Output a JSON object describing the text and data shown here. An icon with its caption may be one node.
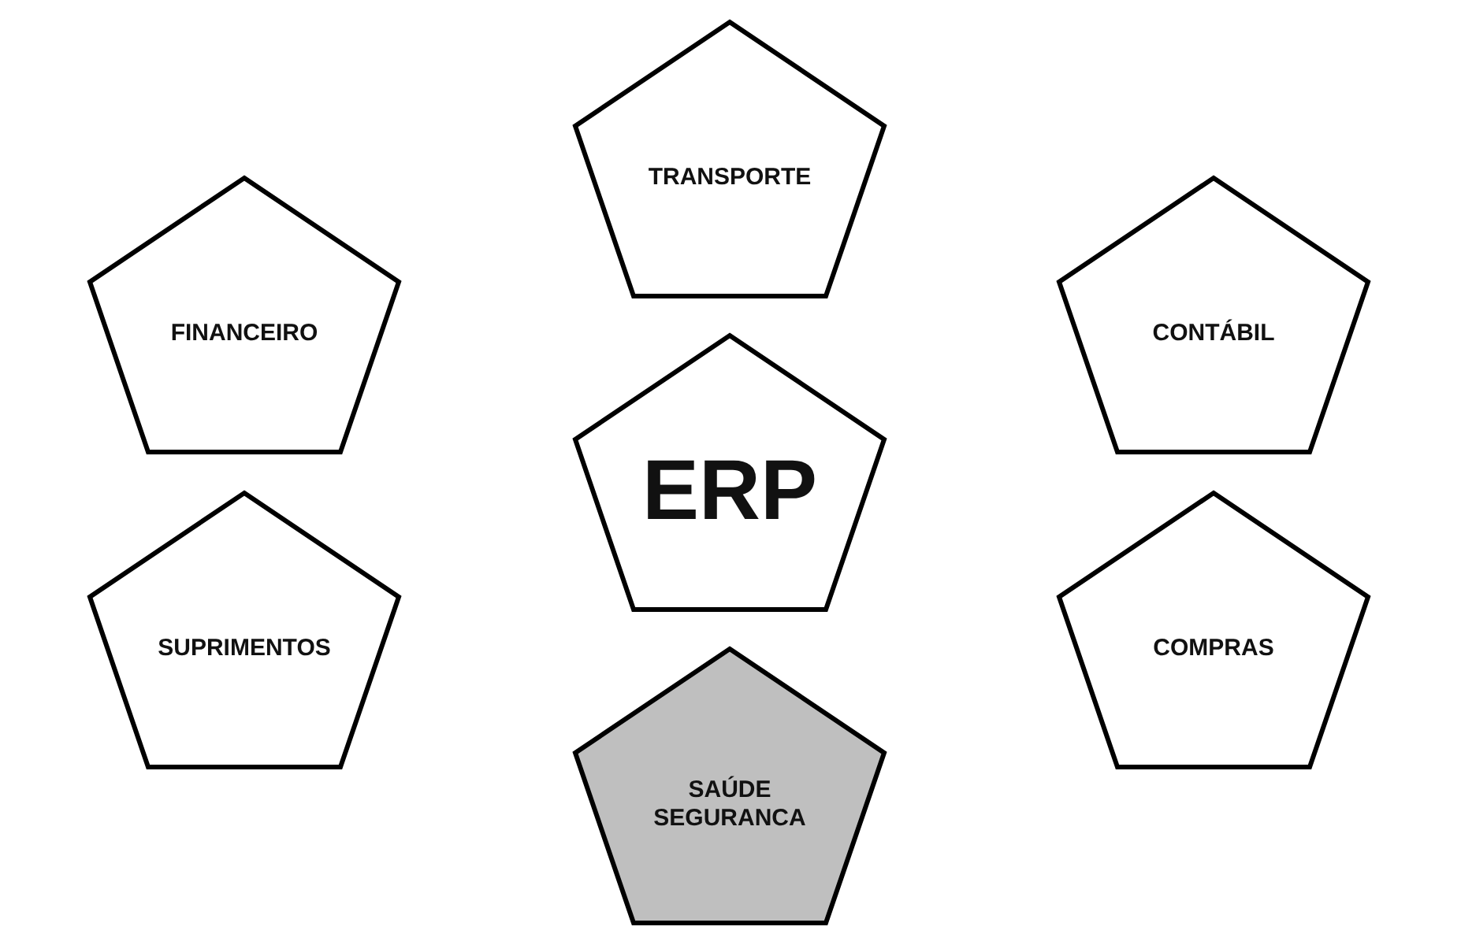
{
  "diagram": {
    "nodes": [
      {
        "text": [
          "TRANSPORTE"
        ]
      },
      {
        "text": [
          "FINANCEIRO"
        ]
      },
      {
        "text": [
          "CONTÁBIL"
        ]
      },
      {
        "text": [
          "ERP"
        ]
      },
      {
        "text": [
          "SUPRIMENTOS"
        ]
      },
      {
        "text": [
          "COMPRAS"
        ]
      },
      {
        "text": [
          "SAÚDE SEGURANCA"
        ]
      }
    ]
  }
}
